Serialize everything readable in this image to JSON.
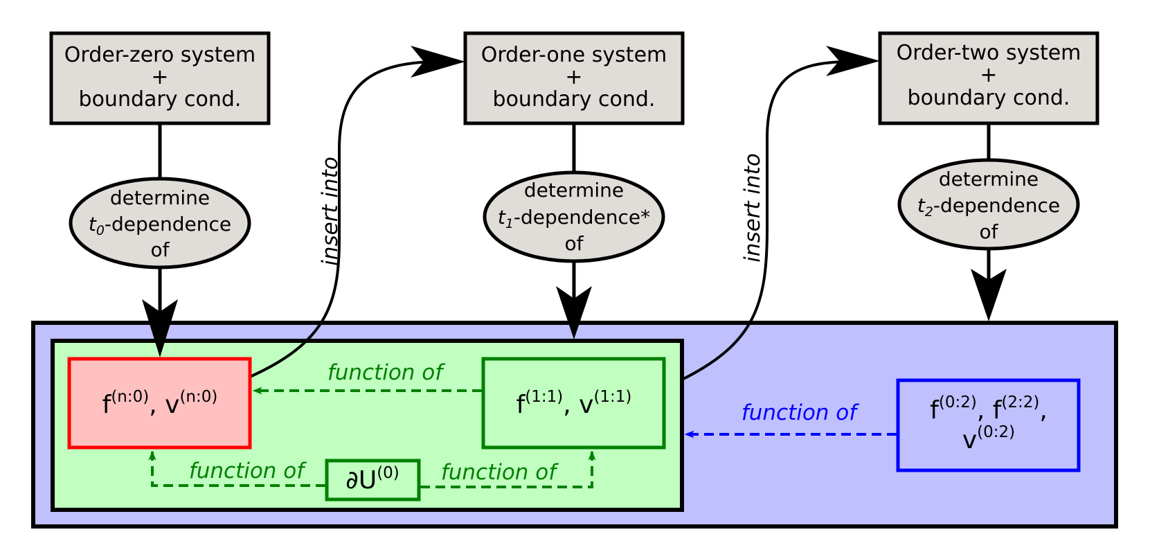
{
  "colors": {
    "outer_fill": "#c0c0ff",
    "inner_fill": "#c0ffc0",
    "red_fill": "#ffc0c0",
    "red_stroke": "#ff0000",
    "green": "#008000",
    "blue": "#0000ff",
    "grey_fill": "#e0dcd8",
    "black": "#000000"
  },
  "systems": [
    {
      "line1": "Order-zero system",
      "line2": "+",
      "line3": "boundary cond."
    },
    {
      "line1": "Order-one system",
      "line2": "+",
      "line3": "boundary cond."
    },
    {
      "line1": "Order-two system",
      "line2": "+",
      "line3": "boundary cond."
    }
  ],
  "ellipses": [
    {
      "line1": "determine",
      "var": "t",
      "sub": "0",
      "rest": "-dependence",
      "line3": "of"
    },
    {
      "line1": "determine",
      "var": "t",
      "sub": "1",
      "rest": "-dependence*",
      "line3": "of"
    },
    {
      "line1": "determine",
      "var": "t",
      "sub": "2",
      "rest": "-dependence",
      "line3": "of"
    }
  ],
  "insert_labels": [
    "insert into",
    "insert into"
  ],
  "func_labels": {
    "green_top": "function of",
    "green_bottom_left": "function of",
    "green_bottom_right": "function of",
    "blue": "function of"
  },
  "boxes": {
    "red": {
      "f": "f",
      "f_sup": "(n:0)",
      "sep": ", ",
      "v": "v",
      "v_sup": "(n:0)"
    },
    "green": {
      "f": "f",
      "f_sup": "(1:1)",
      "sep": ", ",
      "v": "v",
      "v_sup": "(1:1)"
    },
    "dU": {
      "sym": "∂U",
      "sup": "(0)"
    },
    "blue": {
      "f1": "f",
      "f1_sup": "(0:2)",
      "sep": ", ",
      "f2": "f",
      "f2_sup": "(2:2)",
      "comma": ",",
      "v": "v",
      "v_sup": "(0:2)"
    }
  }
}
